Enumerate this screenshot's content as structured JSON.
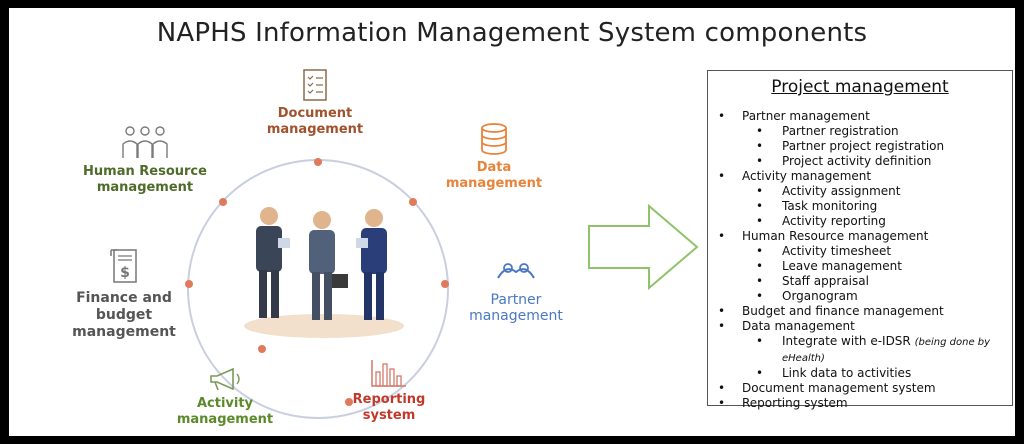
{
  "title": "NAPHS Information Management System components",
  "colors": {
    "document": "#a0522d",
    "data": "#e8833a",
    "partner": "#4a78c2",
    "reporting": "#c0392b",
    "activity": "#5a8a2a",
    "finance": "#555555",
    "hr": "#4e6b2a",
    "ring_dot": "#e07a5a"
  },
  "components": {
    "document": {
      "line1": "Document",
      "line2": "management",
      "icon": "checklist-icon"
    },
    "data": {
      "line1": "Data",
      "line2": "management",
      "icon": "database-icon"
    },
    "partner": {
      "line1": "Partner",
      "line2": "management",
      "icon": "handshake-icon"
    },
    "reporting": {
      "line1": "Reporting",
      "line2": "system",
      "icon": "bar-chart-icon"
    },
    "activity": {
      "line1": "Activity",
      "line2": "management",
      "icon": "megaphone-icon"
    },
    "finance": {
      "line1": "Finance and",
      "line2": "budget",
      "line3": "management",
      "icon": "invoice-icon"
    },
    "hr": {
      "line1": "Human Resource",
      "line2": "management",
      "icon": "people-icon"
    }
  },
  "project_management": {
    "title": "Project management",
    "items": [
      {
        "label": "Partner management",
        "subs": [
          "Partner registration",
          "Partner project registration",
          "Project activity definition"
        ]
      },
      {
        "label": "Activity management",
        "subs": [
          "Activity assignment",
          "Task monitoring",
          "Activity reporting"
        ]
      },
      {
        "label": "Human Resource management",
        "subs": [
          "Activity timesheet",
          "Leave management",
          "Staff appraisal",
          "Organogram"
        ]
      },
      {
        "label": "Budget and finance management"
      },
      {
        "label": "Data management",
        "subs": [
          "Integrate with e-IDSR",
          "Link data to activities"
        ],
        "note": "(being done by eHealth)"
      },
      {
        "label": "Document management system"
      },
      {
        "label": "Reporting system"
      }
    ]
  }
}
